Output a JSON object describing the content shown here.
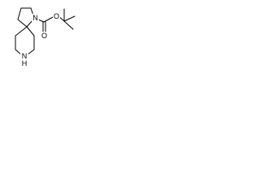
{
  "structure": {
    "atoms": {
      "n1": "N",
      "o_carbonyl": "O",
      "o_ester": "O",
      "nh": "N",
      "h": "H"
    }
  },
  "colors": {
    "bond": "#000000",
    "label": "#000000",
    "background": "#ffffff"
  }
}
